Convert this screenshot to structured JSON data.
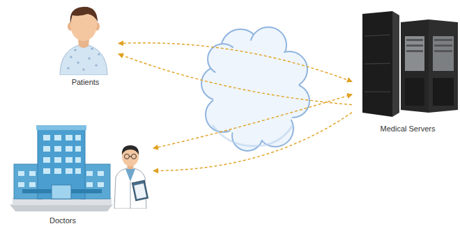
{
  "diagram": {
    "nodes": [
      {
        "text": [
          "Patients"
        ]
      },
      {
        "text": [
          "Doctors"
        ]
      },
      {
        "text": [
          "Medical Servers"
        ]
      }
    ],
    "edges": [
      {
        "from": 0,
        "to": 2,
        "arrow": "both"
      },
      {
        "from": 2,
        "to": 0,
        "arrow": "to"
      },
      {
        "from": 1,
        "to": 2,
        "arrow": "both"
      },
      {
        "from": 2,
        "to": 1,
        "arrow": "to"
      }
    ]
  }
}
